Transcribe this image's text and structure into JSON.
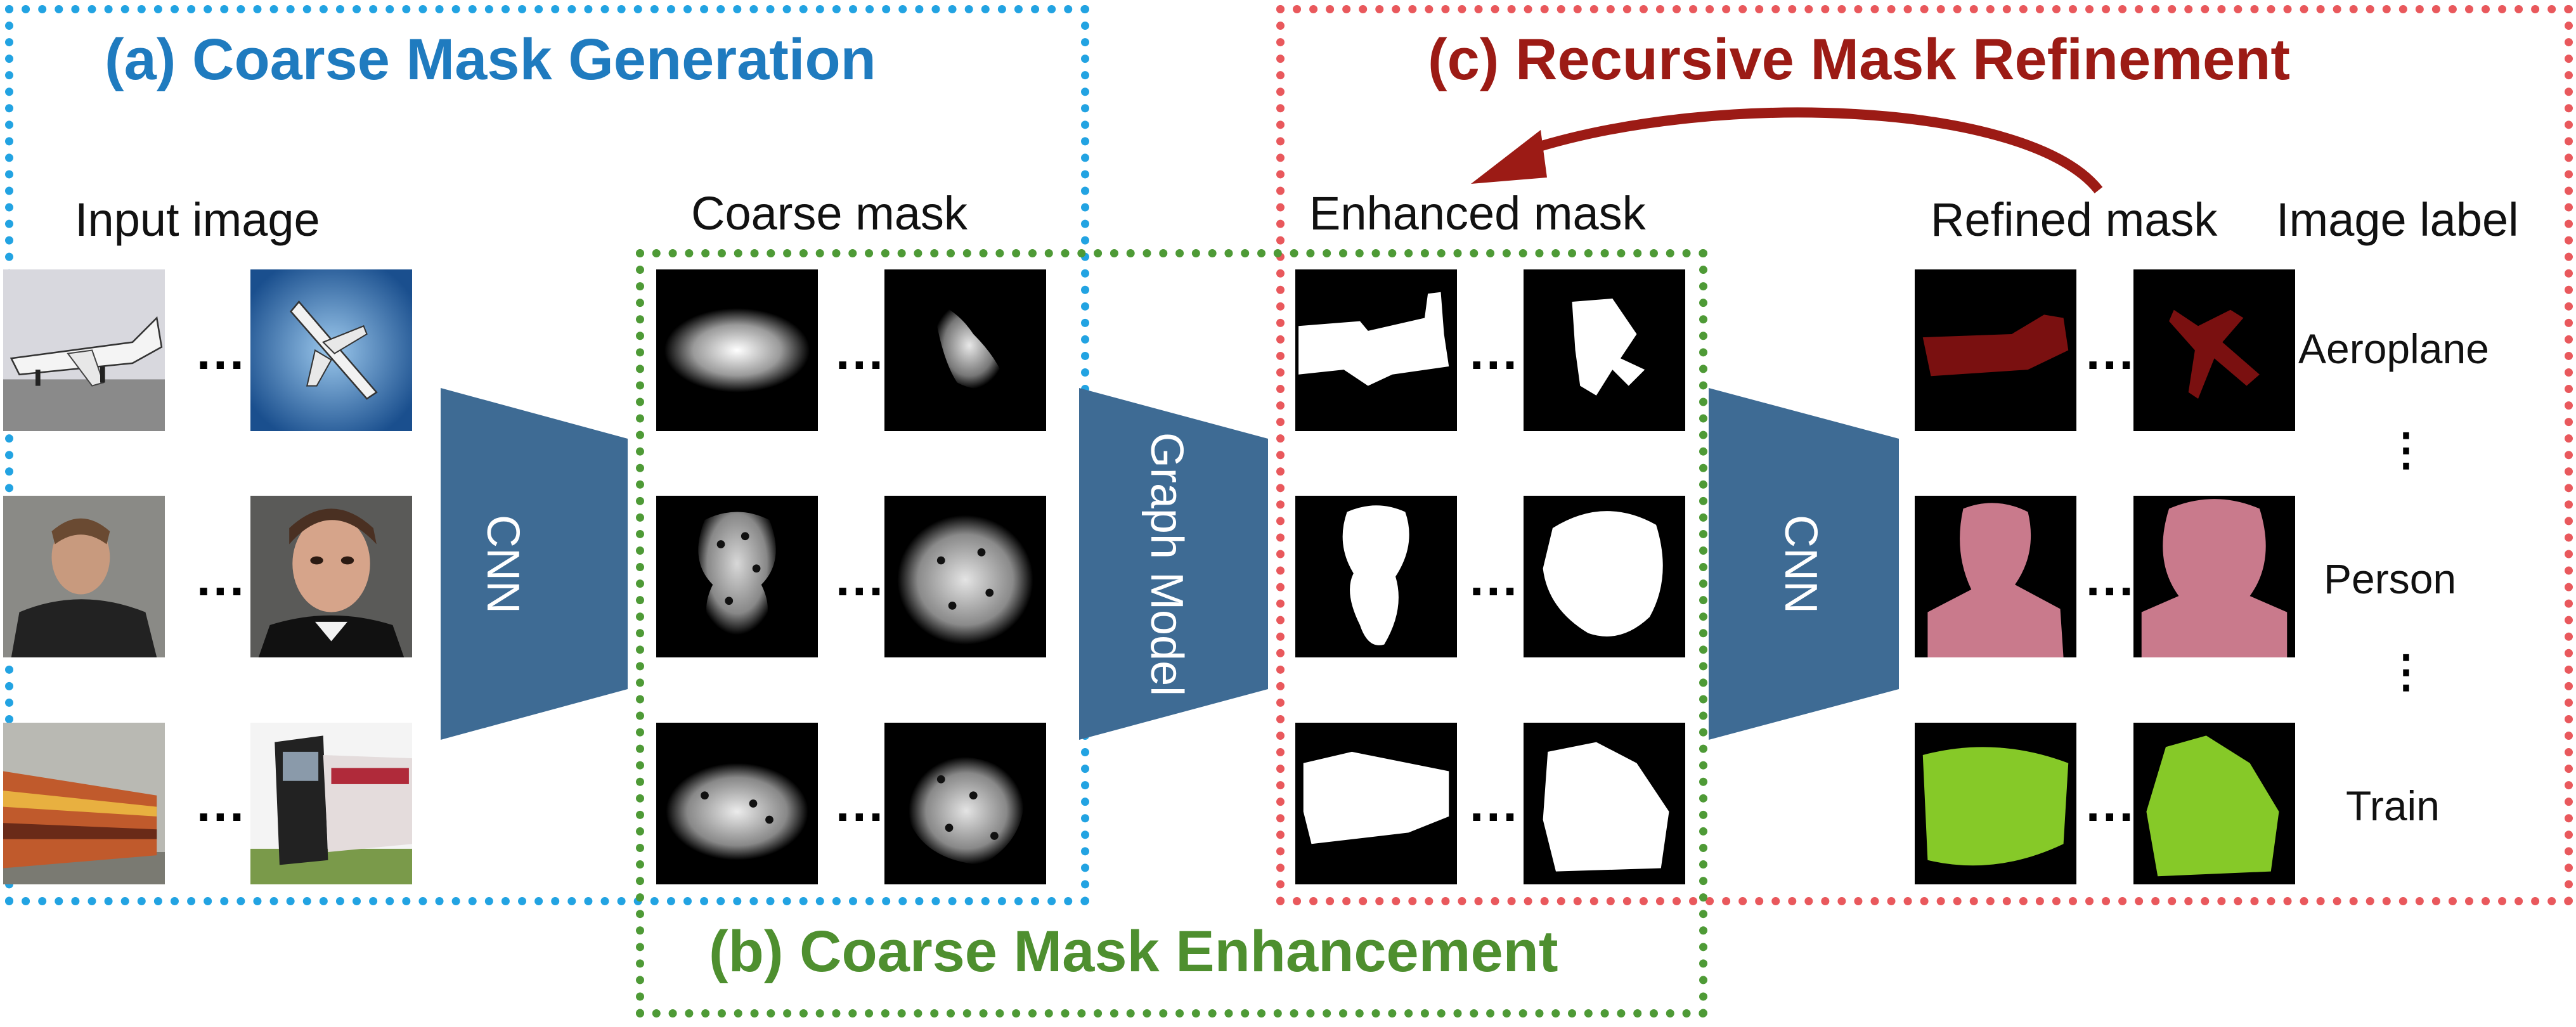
{
  "sections": {
    "coarse_generation": "(a) Coarse Mask Generation",
    "coarse_enhancement": "(b) Coarse Mask Enhancement",
    "recursive_refinement": "(c) Recursive Mask Refinement"
  },
  "columns": {
    "input_image": "Input image",
    "coarse_mask": "Coarse mask",
    "enhanced_mask": "Enhanced mask",
    "refined_mask": "Refined mask",
    "image_label": "Image label"
  },
  "networks": {
    "cnn_first": "CNN",
    "graph_model": "Graph Model",
    "cnn_second": "CNN"
  },
  "classes": {
    "aeroplane": "Aeroplane",
    "person": "Person",
    "train": "Train"
  },
  "ellipsis": "...",
  "vertical_ellipsis": "⋮",
  "colors": {
    "box_a": "#22a3e2",
    "box_b": "#4e9a36",
    "box_c": "#e9585c",
    "network_block": "#3e6b94",
    "feedback_arrow": "#9c1b15",
    "aeroplane_mask": "#7a1010",
    "person_mask": "#c97a8c",
    "train_mask": "#86c928"
  }
}
